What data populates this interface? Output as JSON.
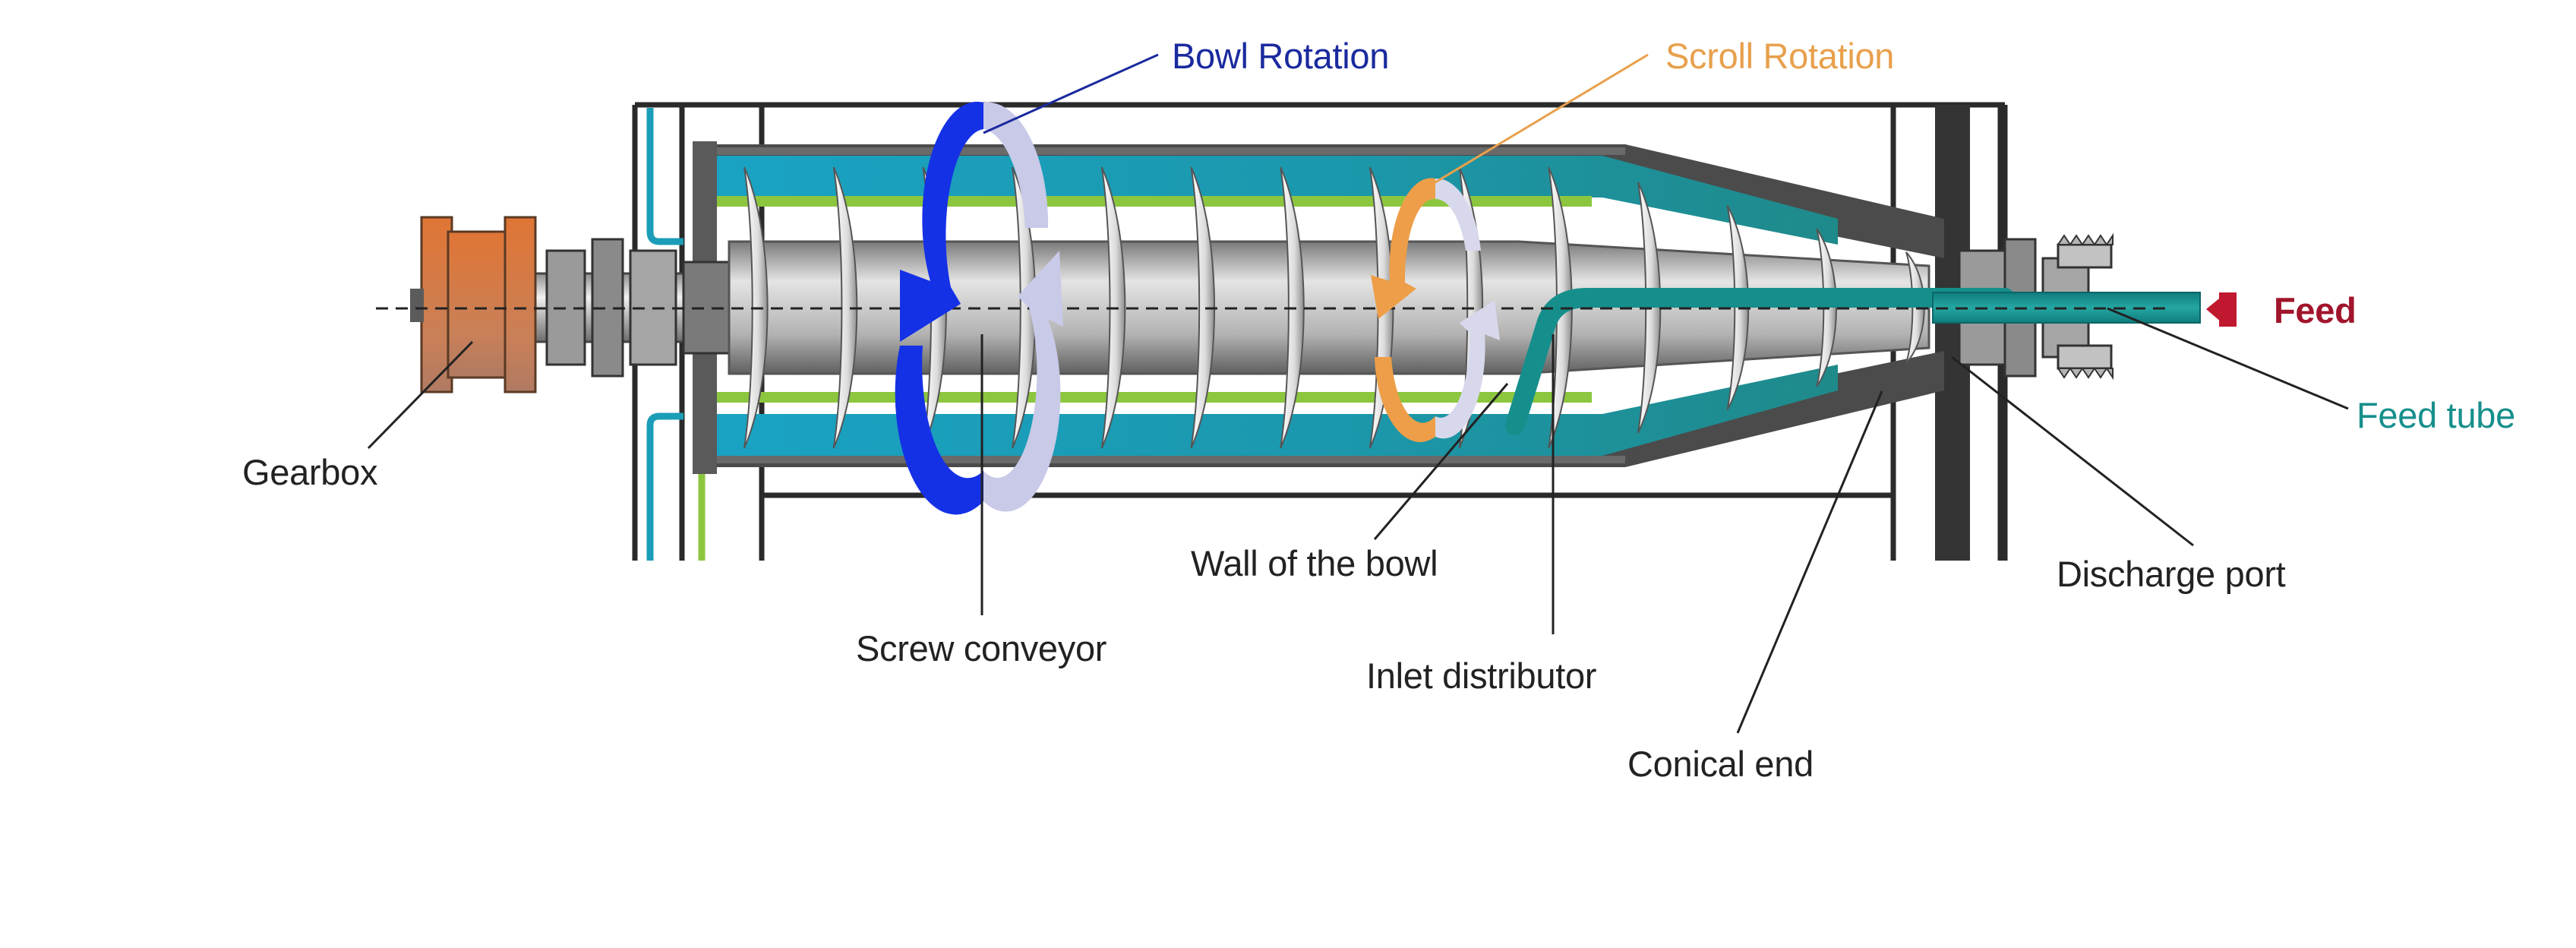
{
  "labels": {
    "bowl_rotation": "Bowl Rotation",
    "scroll_rotation": "Scroll Rotation",
    "feed": "Feed",
    "feed_tube": "Feed tube",
    "gearbox": "Gearbox",
    "wall_of_bowl": "Wall of the bowl",
    "discharge_port": "Discharge port",
    "screw_conveyor": "Screw conveyor",
    "inlet_distributor": "Inlet distributor",
    "conical_end": "Conical end"
  },
  "colors": {
    "bowl_rotation": "#1a2a9e",
    "bowl_arrow": "#1531e6",
    "scroll_rotation": "#e8a04c",
    "scroll_arrow": "#ee9e48",
    "feed": "#a0152b",
    "feed_tube": "#168f8c",
    "liquid": "#1b9db8",
    "green_layer": "#8cc63f",
    "gearbox": "#d9722f",
    "label_text": "#222222"
  },
  "icons": {
    "feed_arrow": "feed-arrow-icon"
  }
}
